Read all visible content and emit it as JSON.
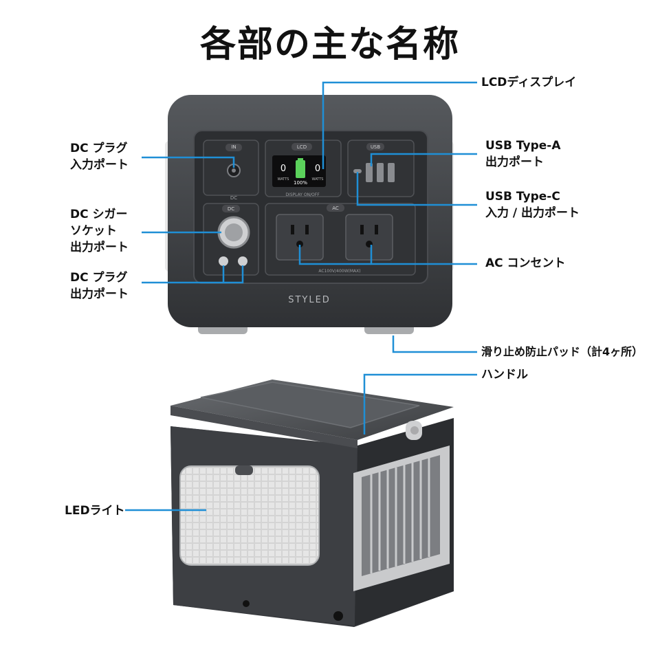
{
  "title": "各部の主な名称",
  "brand_front": "STYLED",
  "panel": {
    "in_label": "IN",
    "dc_label": "DC",
    "lcd_label": "LCD",
    "usb_label": "USB",
    "dc_button": "DC",
    "ac_button": "AC",
    "display_caption": "DISPLAY ON/OFF",
    "ac_caption": "AC100V/400W(MAX)",
    "lcd_left": "0",
    "lcd_percent": "100%",
    "lcd_right": "0",
    "lcd_unit": "WATTS"
  },
  "labels": {
    "lcd": "LCDディスプレイ",
    "usb_a_1": "USB Type-A",
    "usb_a_2": "出力ポート",
    "usb_c_1": "USB Type-C",
    "usb_c_2": "入力 / 出力ポート",
    "ac": "AC コンセント",
    "pad": "滑り止め防止パッド（計4ヶ所）",
    "handle": "ハンドル",
    "dc_in_1": "DC プラグ",
    "dc_in_2": "入力ポート",
    "cig_1": "DC シガー",
    "cig_2": "ソケット",
    "cig_3": "出力ポート",
    "dc_out_1": "DC プラグ",
    "dc_out_2": "出力ポート",
    "led": "LEDライト"
  },
  "colors": {
    "accent": "#1f8fd6",
    "body": "#3b3d40",
    "panel": "#2c2e31",
    "lcd_green": "#5bd15b"
  }
}
